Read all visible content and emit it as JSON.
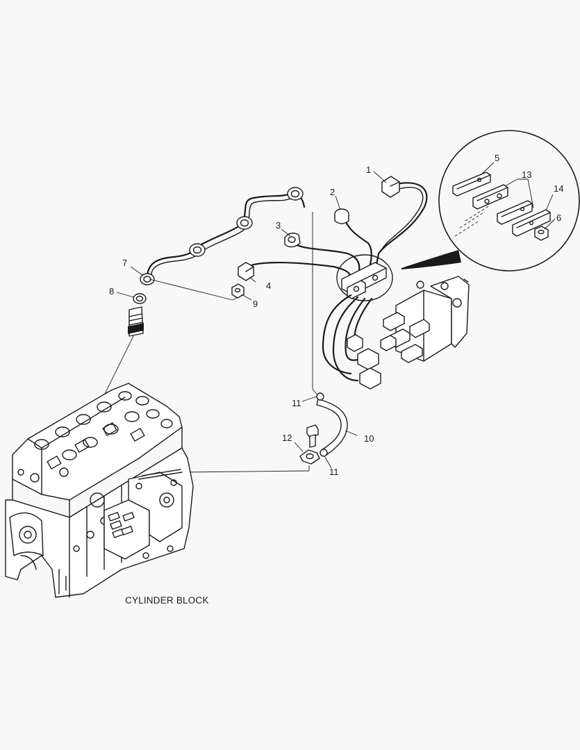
{
  "diagram": {
    "callouts": [
      {
        "id": "c1",
        "text": "1"
      },
      {
        "id": "c2",
        "text": "2"
      },
      {
        "id": "c3",
        "text": "3"
      },
      {
        "id": "c4",
        "text": "4"
      },
      {
        "id": "c5",
        "text": "5"
      },
      {
        "id": "c6",
        "text": "6"
      },
      {
        "id": "c7",
        "text": "7"
      },
      {
        "id": "c8",
        "text": "8"
      },
      {
        "id": "c9",
        "text": "9"
      },
      {
        "id": "c10",
        "text": "10"
      },
      {
        "id": "c11a",
        "text": "11"
      },
      {
        "id": "c11b",
        "text": "11"
      },
      {
        "id": "c12",
        "text": "12"
      },
      {
        "id": "c13",
        "text": "13"
      },
      {
        "id": "c14",
        "text": "14"
      }
    ],
    "caption": "CYLINDER BLOCK"
  }
}
